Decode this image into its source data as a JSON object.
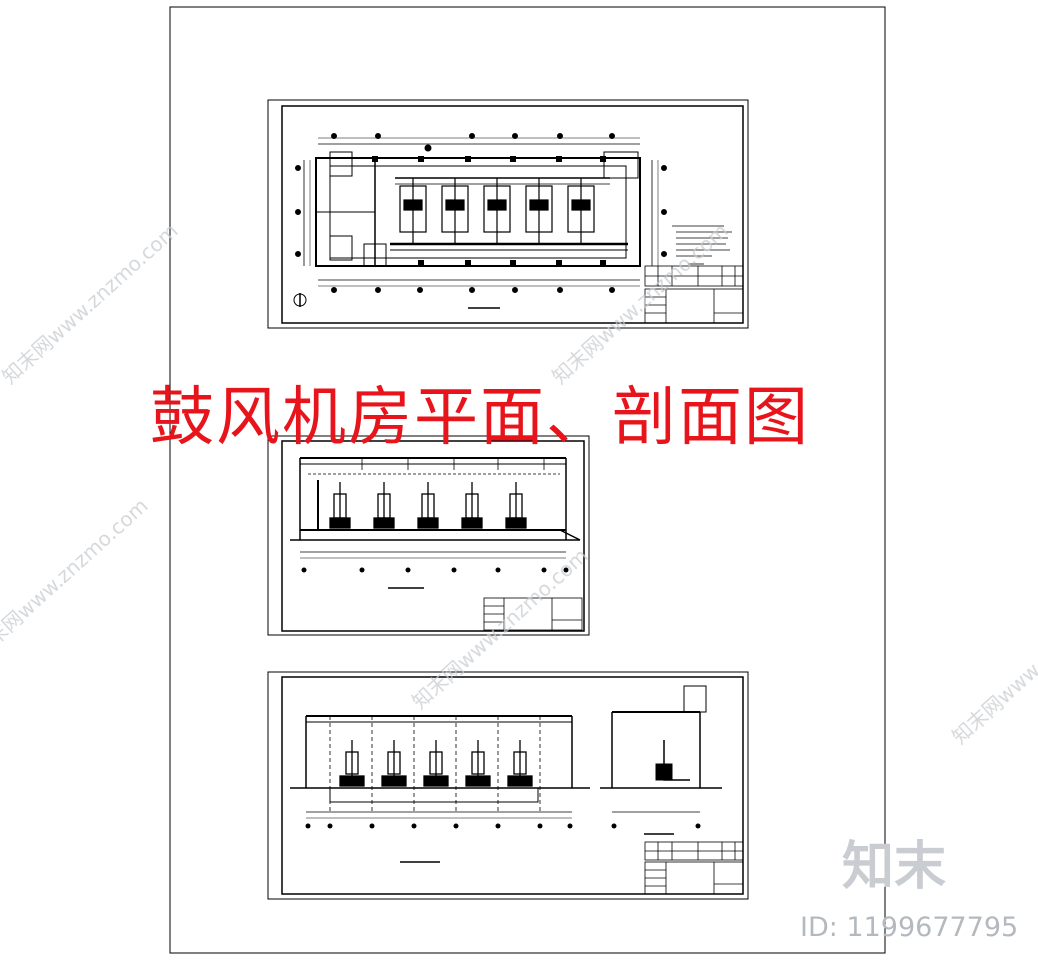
{
  "title": "鼓风机房平面、剖面图",
  "brand": {
    "logo_text": "知末",
    "id_label": "ID: 1199677795"
  },
  "watermark": {
    "text": "知末网www.znzmo.com"
  },
  "sheets": [
    {
      "name": "plan-sheet",
      "drawing": "blower-room-plan"
    },
    {
      "name": "section-sheet-1",
      "drawing": "blower-section-a"
    },
    {
      "name": "section-sheet-2",
      "drawing": "blower-sections-b-c"
    }
  ],
  "colors": {
    "title": "#e8141b",
    "ink": "#000000",
    "brand_grey": "#c9cdd2",
    "watermark_grey": "#c8ccd0"
  }
}
